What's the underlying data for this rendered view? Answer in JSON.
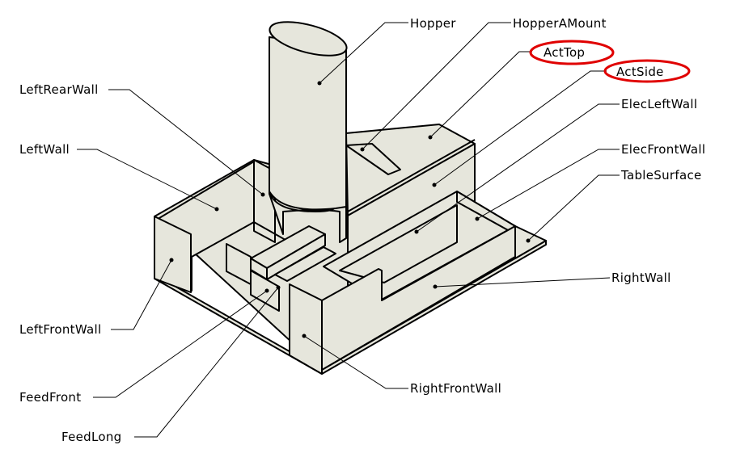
{
  "title": "Feeder assembly isometric view with part callouts",
  "colors": {
    "part_fill": "#e6e6dc",
    "highlight": "#e00000",
    "line": "#000000"
  },
  "callouts": {
    "hopper": {
      "label": "Hopper",
      "highlighted": false
    },
    "hopper_a_mount": {
      "label": "HopperAMount",
      "highlighted": false
    },
    "act_top": {
      "label": "ActTop",
      "highlighted": true
    },
    "act_side": {
      "label": "ActSide",
      "highlighted": true
    },
    "elec_left_wall": {
      "label": "ElecLeftWall",
      "highlighted": false
    },
    "elec_front_wall": {
      "label": "ElecFrontWall",
      "highlighted": false
    },
    "table_surface": {
      "label": "TableSurface",
      "highlighted": false
    },
    "right_wall": {
      "label": "RightWall",
      "highlighted": false
    },
    "right_front_wall": {
      "label": "RightFrontWall",
      "highlighted": false
    },
    "left_rear_wall": {
      "label": "LeftRearWall",
      "highlighted": false
    },
    "left_wall": {
      "label": "LeftWall",
      "highlighted": false
    },
    "left_front_wall": {
      "label": "LeftFrontWall",
      "highlighted": false
    },
    "feed_front": {
      "label": "FeedFront",
      "highlighted": false
    },
    "feed_long": {
      "label": "FeedLong",
      "highlighted": false
    }
  }
}
